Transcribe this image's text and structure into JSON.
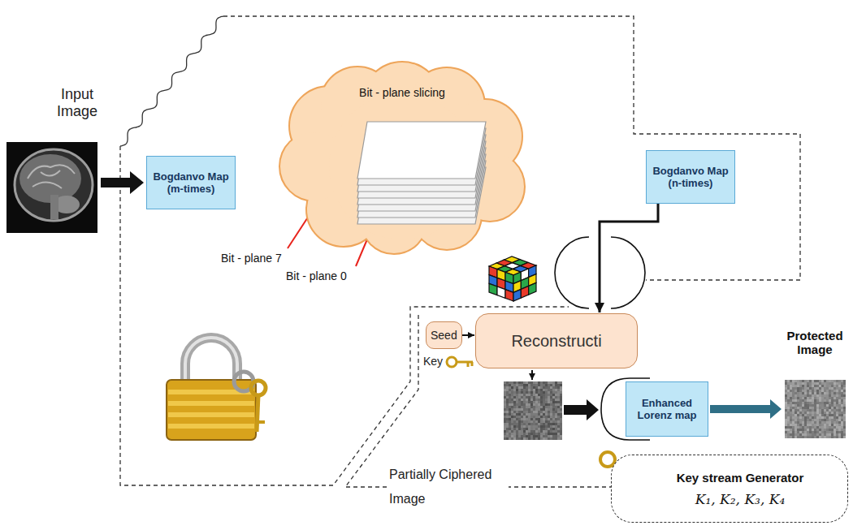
{
  "diagram": {
    "nodes": [
      {
        "text": [
          "Bogdanvo Map (m-times)"
        ]
      },
      {
        "text": [
          "Bit - plane slicing"
        ]
      },
      {
        "text": [
          "Bogdanvo Map (n-times)"
        ]
      },
      {
        "text": [
          "Seed"
        ]
      },
      {
        "text": [
          "Reconstructi"
        ]
      },
      {
        "text": [
          "Enhanced Lorenz map"
        ]
      },
      {
        "text": [
          "Key stream Generator",
          "K₁, K₂, K₃, K₄"
        ]
      }
    ],
    "edges": [
      {
        "from": 3,
        "to": 4,
        "arrow": "to"
      },
      {
        "from": 2,
        "to": 4,
        "arrow": "to"
      }
    ],
    "labels": [
      "Input Image",
      "Bit - plane 7",
      "Bit - plane 0",
      "Key",
      "Partially Ciphered Image",
      "Protected Image"
    ]
  }
}
